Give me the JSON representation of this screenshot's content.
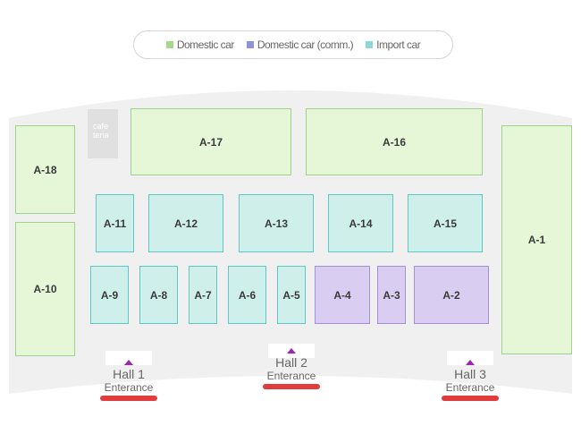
{
  "legend": {
    "domestic": {
      "label": "Domestic car",
      "color": "#a3d98c"
    },
    "commercial": {
      "label": "Domestic car (comm.)",
      "color": "#8f93d6"
    },
    "import": {
      "label": "Import car",
      "color": "#8fd6d9"
    }
  },
  "cafeteria": {
    "line1": "cafe",
    "line2": "teria"
  },
  "booths": {
    "a1": "A-1",
    "a2": "A-2",
    "a3": "A-3",
    "a4": "A-4",
    "a5": "A-5",
    "a6": "A-6",
    "a7": "A-7",
    "a8": "A-8",
    "a9": "A-9",
    "a10": "A-10",
    "a11": "A-11",
    "a12": "A-12",
    "a13": "A-13",
    "a14": "A-14",
    "a15": "A-15",
    "a16": "A-16",
    "a17": "A-17",
    "a18": "A-18"
  },
  "halls": [
    {
      "name": "Hall 1",
      "sub": "Enterance"
    },
    {
      "name": "Hall 2",
      "sub": "Enterance"
    },
    {
      "name": "Hall 3",
      "sub": "Enterance"
    }
  ],
  "hall_marker_color": "#9b27b0",
  "highlight_color": "#e23b3b"
}
